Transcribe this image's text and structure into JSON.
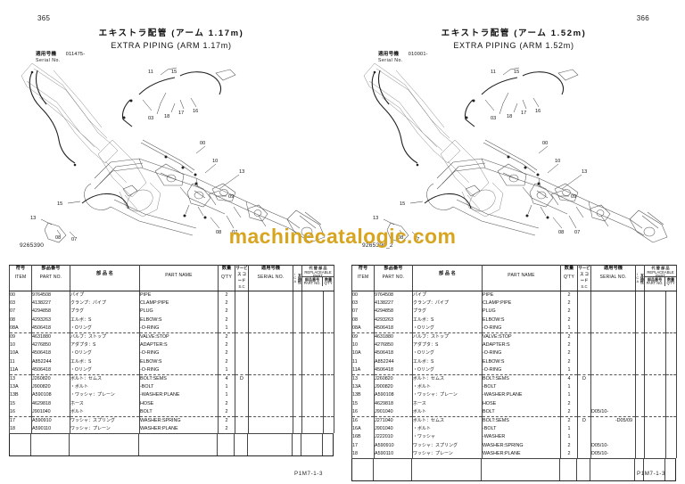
{
  "document": {
    "watermark": "machinecatalogic.com"
  },
  "pages": [
    {
      "page_number": "365",
      "title_jp": "エキストラ配管 (アーム 1.17m)",
      "title_en": "EXTRA PIPING (ARM 1.17m)",
      "serial_label_jp": "適用号機",
      "serial_label_en": "Serial No.",
      "serial_value": "011475-",
      "drawing_no": "9265390",
      "footer_code": "P1M7-1-3",
      "callouts": [
        "15",
        "11",
        "03",
        "18",
        "17",
        "16",
        "00",
        "10",
        "13",
        "09",
        "08",
        "07",
        "15",
        "16",
        "17",
        "18",
        "03",
        "00",
        "10",
        "13",
        "09",
        "08",
        "07",
        "11"
      ],
      "table": {
        "headers": {
          "item_jp": "符号",
          "item_en": "ITEM",
          "partno_jp": "部品番号",
          "partno_en": "PART NO.",
          "jpname_jp": "部 品 名",
          "enname_en": "PART NAME",
          "qty_jp": "数量",
          "qty_en": "Q'TY",
          "sc_jp": "サービス コード",
          "sc_en": "S.C",
          "serial_jp": "適用号機",
          "serial_en": "SERIAL NO.",
          "ica_jp": "互換性",
          "ica_en": "ICA",
          "repl_jp": "代 替 部 品",
          "repl_en": "REPLACEABLE",
          "repl_en2": "PART",
          "repl_partno_jp": "部品番号",
          "repl_partno_en": "PART NO.",
          "repl_qty_jp": "数量",
          "repl_qty_en": "Q'TY"
        },
        "rows": [
          {
            "item": "00",
            "partno": "9764508",
            "jpname": "パイプ",
            "enname": "PIPE",
            "qty": "2",
            "sc": "",
            "serial": "",
            "ica": "",
            "rpart": "",
            "rqty": "",
            "group": false
          },
          {
            "item": "03",
            "partno": "4138227",
            "jpname": "クランプ：パイプ",
            "enname": "CLAMP:PIPE",
            "qty": "2",
            "sc": "",
            "serial": "",
            "ica": "",
            "rpart": "",
            "rqty": "",
            "group": false
          },
          {
            "item": "07",
            "partno": "4294858",
            "jpname": "プラグ",
            "enname": "PLUG",
            "qty": "2",
            "sc": "",
            "serial": "",
            "ica": "",
            "rpart": "",
            "rqty": "",
            "group": false
          },
          {
            "item": "08",
            "partno": "4293263",
            "jpname": "エルボ：S",
            "enname": "ELBOW:S",
            "qty": "2",
            "sc": "",
            "serial": "",
            "ica": "",
            "rpart": "",
            "rqty": "",
            "group": false
          },
          {
            "item": "08A",
            "partno": "4506418",
            "jpname": "・Oリング",
            "enname": "-O-RING",
            "qty": "1",
            "sc": "",
            "serial": "",
            "ica": "",
            "rpart": "",
            "rqty": "",
            "group": false
          },
          {
            "item": "09",
            "partno": "4631880",
            "jpname": "バルブ：ストップ",
            "enname": "VALVE:STOP",
            "qty": "2",
            "sc": "",
            "serial": "",
            "ica": "",
            "rpart": "",
            "rqty": "",
            "group": true
          },
          {
            "item": "10",
            "partno": "4276850",
            "jpname": "アダプタ：S",
            "enname": "ADAPTER:S",
            "qty": "2",
            "sc": "",
            "serial": "",
            "ica": "",
            "rpart": "",
            "rqty": "",
            "group": false
          },
          {
            "item": "10A",
            "partno": "4506418",
            "jpname": "・Oリング",
            "enname": "-O-RING",
            "qty": "2",
            "sc": "",
            "serial": "",
            "ica": "",
            "rpart": "",
            "rqty": "",
            "group": false
          },
          {
            "item": "11",
            "partno": "A852244",
            "jpname": "エルボ：S",
            "enname": "ELBOW:S",
            "qty": "2",
            "sc": "",
            "serial": "",
            "ica": "",
            "rpart": "",
            "rqty": "",
            "group": false
          },
          {
            "item": "11A",
            "partno": "4506418",
            "jpname": "・Oリング",
            "enname": "-O-RING",
            "qty": "1",
            "sc": "",
            "serial": "",
            "ica": "",
            "rpart": "",
            "rqty": "",
            "group": false
          },
          {
            "item": "13",
            "partno": "J260820",
            "jpname": "ボルト：セムス",
            "enname": "BOLT:SEMS",
            "qty": "4",
            "sc": "D",
            "serial": "",
            "ica": "",
            "rpart": "",
            "rqty": "",
            "group": true
          },
          {
            "item": "13A",
            "partno": "J900820",
            "jpname": "・ボルト",
            "enname": "-BOLT",
            "qty": "1",
            "sc": "",
            "serial": "",
            "ica": "",
            "rpart": "",
            "rqty": "",
            "group": false
          },
          {
            "item": "13B",
            "partno": "A590108",
            "jpname": "・ワッシャ：プレーン",
            "enname": "-WASHER:PLANE",
            "qty": "1",
            "sc": "",
            "serial": "",
            "ica": "",
            "rpart": "",
            "rqty": "",
            "group": false
          },
          {
            "item": "15",
            "partno": "4629818",
            "jpname": "ホース",
            "enname": "HOSE",
            "qty": "2",
            "sc": "",
            "serial": "",
            "ica": "",
            "rpart": "",
            "rqty": "",
            "group": false
          },
          {
            "item": "16",
            "partno": "J901040",
            "jpname": "ボルト",
            "enname": "BOLT",
            "qty": "2",
            "sc": "",
            "serial": "",
            "ica": "",
            "rpart": "",
            "rqty": "",
            "group": false
          },
          {
            "item": "17",
            "partno": "A590910",
            "jpname": "ワッシャ：スプリング",
            "enname": "WASHER:SPRING",
            "qty": "2",
            "sc": "",
            "serial": "",
            "ica": "",
            "rpart": "",
            "rqty": "",
            "group": true
          },
          {
            "item": "18",
            "partno": "A590110",
            "jpname": "ワッシャ：プレーン",
            "enname": "WASHER:PLANE",
            "qty": "2",
            "sc": "",
            "serial": "",
            "ica": "",
            "rpart": "",
            "rqty": "",
            "group": false
          }
        ]
      }
    },
    {
      "page_number": "366",
      "title_jp": "エキストラ配管 (アーム 1.52m)",
      "title_en": "EXTRA PIPING (ARM 1.52m)",
      "serial_label_jp": "適用号機",
      "serial_label_en": "Serial No.",
      "serial_value": "010001-",
      "drawing_no": "9265390_2",
      "footer_code": "P1M7-1-3",
      "callouts": [
        "15",
        "11",
        "03",
        "18",
        "17",
        "16",
        "00",
        "10",
        "13",
        "09",
        "08",
        "07"
      ],
      "table": {
        "headers": {
          "item_jp": "符号",
          "item_en": "ITEM",
          "partno_jp": "部品番号",
          "partno_en": "PART NO.",
          "jpname_jp": "部 品 名",
          "enname_en": "PART NAME",
          "qty_jp": "数量",
          "qty_en": "Q'TY",
          "sc_jp": "サービス コード",
          "sc_en": "S.C",
          "serial_jp": "適用号機",
          "serial_en": "SERIAL NO.",
          "ica_jp": "互換性",
          "ica_en": "ICA",
          "repl_jp": "代 替 部 品",
          "repl_en": "REPLACEABLE",
          "repl_en2": "PART",
          "repl_partno_jp": "部品番号",
          "repl_partno_en": "PART NO.",
          "repl_qty_jp": "数量",
          "repl_qty_en": "Q'TY"
        },
        "rows": [
          {
            "item": "00",
            "partno": "9764508",
            "jpname": "パイプ",
            "enname": "PIPE",
            "qty": "2",
            "sc": "",
            "serial": "",
            "serial_align": "left",
            "ica": "",
            "rpart": "",
            "rqty": "",
            "group": false
          },
          {
            "item": "03",
            "partno": "4138227",
            "jpname": "クランプ：パイプ",
            "enname": "CLAMP:PIPE",
            "qty": "2",
            "sc": "",
            "serial": "",
            "serial_align": "left",
            "ica": "",
            "rpart": "",
            "rqty": "",
            "group": false
          },
          {
            "item": "07",
            "partno": "4294858",
            "jpname": "プラグ",
            "enname": "PLUG",
            "qty": "2",
            "sc": "",
            "serial": "",
            "serial_align": "left",
            "ica": "",
            "rpart": "",
            "rqty": "",
            "group": false
          },
          {
            "item": "08",
            "partno": "4293263",
            "jpname": "エルボ：S",
            "enname": "ELBOW:S",
            "qty": "2",
            "sc": "",
            "serial": "",
            "serial_align": "left",
            "ica": "",
            "rpart": "",
            "rqty": "",
            "group": false
          },
          {
            "item": "08A",
            "partno": "4506418",
            "jpname": "・Oリング",
            "enname": "-O-RING",
            "qty": "1",
            "sc": "",
            "serial": "",
            "serial_align": "left",
            "ica": "",
            "rpart": "",
            "rqty": "",
            "group": false
          },
          {
            "item": "09",
            "partno": "4631880",
            "jpname": "バルブ：ストップ",
            "enname": "VALVE:STOP",
            "qty": "2",
            "sc": "",
            "serial": "",
            "serial_align": "left",
            "ica": "",
            "rpart": "",
            "rqty": "",
            "group": true
          },
          {
            "item": "10",
            "partno": "4276850",
            "jpname": "アダプタ：S",
            "enname": "ADAPTER:S",
            "qty": "2",
            "sc": "",
            "serial": "",
            "serial_align": "left",
            "ica": "",
            "rpart": "",
            "rqty": "",
            "group": false
          },
          {
            "item": "10A",
            "partno": "4506418",
            "jpname": "・Oリング",
            "enname": "-O-RING",
            "qty": "2",
            "sc": "",
            "serial": "",
            "serial_align": "left",
            "ica": "",
            "rpart": "",
            "rqty": "",
            "group": false
          },
          {
            "item": "11",
            "partno": "A852244",
            "jpname": "エルボ：S",
            "enname": "ELBOW:S",
            "qty": "2",
            "sc": "",
            "serial": "",
            "serial_align": "left",
            "ica": "",
            "rpart": "",
            "rqty": "",
            "group": false
          },
          {
            "item": "11A",
            "partno": "4506418",
            "jpname": "・Oリング",
            "enname": "-O-RING",
            "qty": "1",
            "sc": "",
            "serial": "",
            "serial_align": "left",
            "ica": "",
            "rpart": "",
            "rqty": "",
            "group": false
          },
          {
            "item": "13",
            "partno": "J260820",
            "jpname": "ボルト：セムス",
            "enname": "BOLT:SEMS",
            "qty": "4",
            "sc": "D",
            "serial": "",
            "serial_align": "left",
            "ica": "",
            "rpart": "",
            "rqty": "",
            "group": true
          },
          {
            "item": "13A",
            "partno": "J900820",
            "jpname": "・ボルト",
            "enname": "-BOLT",
            "qty": "1",
            "sc": "",
            "serial": "",
            "serial_align": "left",
            "ica": "",
            "rpart": "",
            "rqty": "",
            "group": false
          },
          {
            "item": "13B",
            "partno": "A590108",
            "jpname": "・ワッシャ：プレーン",
            "enname": "-WASHER:PLANE",
            "qty": "1",
            "sc": "",
            "serial": "",
            "serial_align": "left",
            "ica": "",
            "rpart": "",
            "rqty": "",
            "group": false
          },
          {
            "item": "15",
            "partno": "4629818",
            "jpname": "ホース",
            "enname": "HOSE",
            "qty": "2",
            "sc": "",
            "serial": "",
            "serial_align": "left",
            "ica": "",
            "rpart": "",
            "rqty": "",
            "group": false
          },
          {
            "item": "16",
            "partno": "J901040",
            "jpname": "ボルト",
            "enname": "BOLT",
            "qty": "2",
            "sc": "",
            "serial": "D05/10-",
            "serial_align": "left",
            "ica": "",
            "rpart": "",
            "rqty": "",
            "group": false
          },
          {
            "item": "16",
            "partno": "J271040",
            "jpname": "ボルト：セムス",
            "enname": "BOLT:SEMS",
            "qty": "2",
            "sc": "D",
            "serial": "-D05/09",
            "serial_align": "right",
            "ica": "",
            "rpart": "",
            "rqty": "",
            "group": true
          },
          {
            "item": "16A",
            "partno": "J901040",
            "jpname": "・ボルト",
            "enname": "-BOLT",
            "qty": "1",
            "sc": "",
            "serial": "",
            "serial_align": "left",
            "ica": "",
            "rpart": "",
            "rqty": "",
            "group": false
          },
          {
            "item": "16B",
            "partno": "J222010",
            "jpname": "・ワッシャ",
            "enname": "-WASHER",
            "qty": "1",
            "sc": "",
            "serial": "",
            "serial_align": "left",
            "ica": "",
            "rpart": "",
            "rqty": "",
            "group": false
          },
          {
            "item": "17",
            "partno": "A590910",
            "jpname": "ワッシャ：スプリング",
            "enname": "WASHER:SPRING",
            "qty": "2",
            "sc": "",
            "serial": "D05/10-",
            "serial_align": "left",
            "ica": "",
            "rpart": "",
            "rqty": "",
            "group": false
          },
          {
            "item": "18",
            "partno": "A590110",
            "jpname": "ワッシャ：プレーン",
            "enname": "WASHER:PLANE",
            "qty": "2",
            "sc": "",
            "serial": "D05/10-",
            "serial_align": "left",
            "ica": "",
            "rpart": "",
            "rqty": "",
            "group": false
          }
        ]
      }
    }
  ]
}
